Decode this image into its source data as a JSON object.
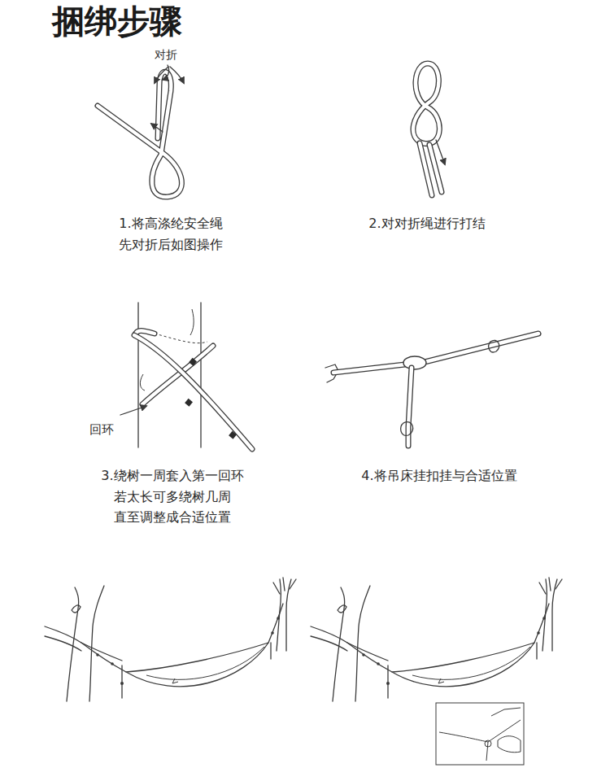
{
  "diagram": {
    "title": "捆绑步骤",
    "labels": [
      "对折",
      "1.将高涤纶安全绳 先对折后如图操作",
      "2.对对折绳进行打结",
      "3.绕树一周套入第一回环 若太长可多绕树几周 直至调整成合适位置",
      "4.将吊床挂扣挂与合适位置",
      "回环"
    ]
  }
}
